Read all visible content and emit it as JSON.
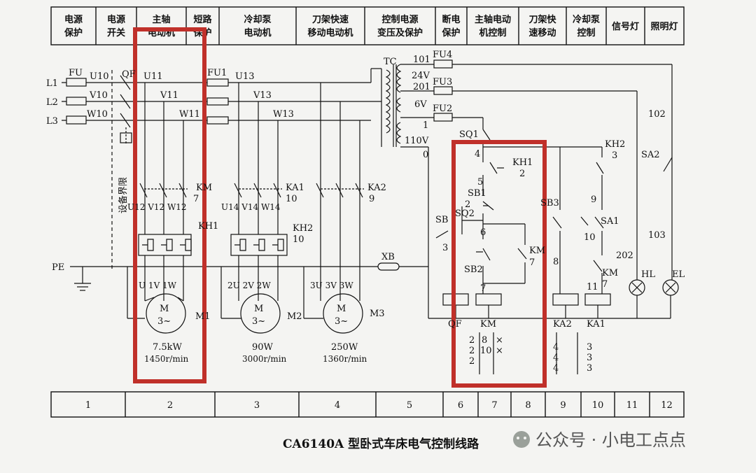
{
  "header_cells": [
    {
      "l1": "电源",
      "l2": "保护"
    },
    {
      "l1": "电源",
      "l2": "开关"
    },
    {
      "l1": "主轴",
      "l2": "电动机"
    },
    {
      "l1": "短路",
      "l2": "保护"
    },
    {
      "l1": "冷却泵",
      "l2": "电动机"
    },
    {
      "l1": "刀架快速",
      "l2": "移动电动机"
    },
    {
      "l1": "控制电源",
      "l2": "变压及保护"
    },
    {
      "l1": "断电",
      "l2": "保护"
    },
    {
      "l1": "主轴电动",
      "l2": "机控制"
    },
    {
      "l1": "刀架快",
      "l2": "速移动"
    },
    {
      "l1": "冷却泵",
      "l2": "控制"
    },
    {
      "l1": "信号灯",
      "l2": ""
    },
    {
      "l1": "照明灯",
      "l2": ""
    }
  ],
  "zone_numbers": [
    "1",
    "2",
    "3",
    "4",
    "5",
    "6",
    "7",
    "8",
    "9",
    "10",
    "11",
    "12"
  ],
  "phases": {
    "l1": "L1",
    "l2": "L2",
    "l3": "L3",
    "fu": "FU",
    "u10": "U10",
    "v10": "V10",
    "w10": "W10",
    "qf": "QF",
    "u11": "U11",
    "v11": "V11",
    "w11": "W11",
    "fu1": "FU1",
    "u13": "U13",
    "v13": "V13",
    "w13": "W13",
    "pe": "PE",
    "equip_limit": "设备界限"
  },
  "motors": [
    {
      "name": "M1",
      "contact": "KM",
      "contact_ref": "7",
      "terms_top": "U12 V12 W12",
      "relay": "KH1",
      "terms_bottom": "U  1V  1W",
      "power": "7.5kW",
      "speed": "1450r/min"
    },
    {
      "name": "M2",
      "contact": "KA1",
      "contact_ref": "10",
      "terms_top": "U14 V14 W14",
      "relay": "KH2",
      "relay_ref": "10",
      "terms_bottom": "2U 2V 2W",
      "power": "90W",
      "speed": "3000r/min"
    },
    {
      "name": "M3",
      "contact": "KA2",
      "contact_ref": "9",
      "terms_top": "",
      "relay": "",
      "terms_bottom": "3U 3V 3W",
      "power": "250W",
      "speed": "1360r/min"
    }
  ],
  "motor_symbol": {
    "m": "M",
    "ph": "3~"
  },
  "transformer": {
    "tc": "TC",
    "v24": "24V",
    "v6": "6V",
    "v110": "110V",
    "n101": "101",
    "n201": "201",
    "n1": "1",
    "n0": "0",
    "fu2": "FU2",
    "fu3": "FU3",
    "fu4": "FU4",
    "xb": "XB"
  },
  "control": {
    "sq1": "SQ1",
    "n4": "4",
    "kh1": "KH1",
    "kh1_ref": "2",
    "n5": "5",
    "sb1": "SB1",
    "n2": "2",
    "sb": "SB",
    "sq2": "SQ2",
    "n3": "3",
    "n6": "6",
    "km": "KM",
    "km_ref": "7",
    "sb2": "SB2",
    "n7": "7",
    "sb3": "SB3",
    "n8": "8",
    "sa1": "SA1",
    "n10": "10",
    "n9": "9",
    "kh2": "KH2",
    "kh2_ref": "3",
    "sa2": "SA2",
    "n102": "102",
    "n103": "103",
    "n202": "202",
    "n11": "11",
    "km2": "KM",
    "km2_ref": "7",
    "hl": "HL",
    "el": "EL"
  },
  "coils": [
    "QF",
    "KM",
    "KA2",
    "KA1"
  ],
  "coil_refs": {
    "km_col1": [
      "2",
      "2",
      "2"
    ],
    "km_col2": [
      "8",
      "10"
    ],
    "km_marks": [
      "×",
      "×"
    ],
    "ka2": [
      "4",
      "4",
      "4"
    ],
    "ka1": [
      "3",
      "3",
      "3"
    ]
  },
  "caption": "CA6140A 型卧式车床电气控制线路",
  "watermark": "公众号 · 小电工点点",
  "highlight_color": "#c0302a"
}
